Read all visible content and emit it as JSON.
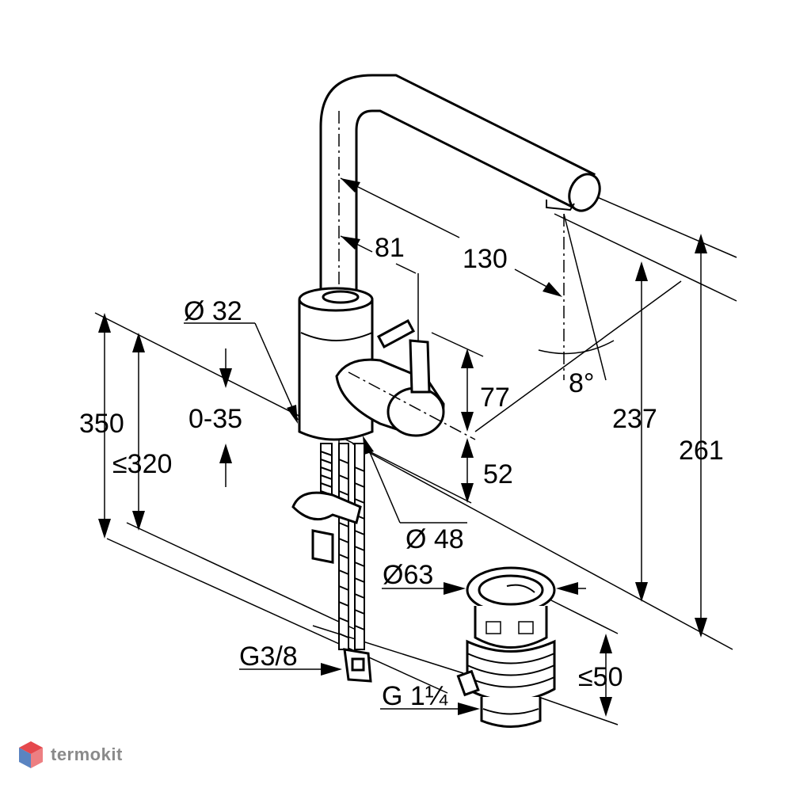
{
  "dimensions": {
    "d81": "81",
    "d130": "130",
    "d32": "Ø 32",
    "d77": "77",
    "d8deg": "8°",
    "d237": "237",
    "d261": "261",
    "d350": "350",
    "d0_35": "0-35",
    "d320": "≤320",
    "d52": "52",
    "d48": "Ø 48",
    "d63": "Ø63",
    "d50": "≤50",
    "g38": "G3/8",
    "g114": "G 1¼"
  },
  "logo": {
    "text": "termokit",
    "icon": "hexagon-cube-icon",
    "colors": {
      "red": "#e5484d",
      "blue": "#3d6fb6",
      "gray": "#8a8a8a"
    }
  }
}
